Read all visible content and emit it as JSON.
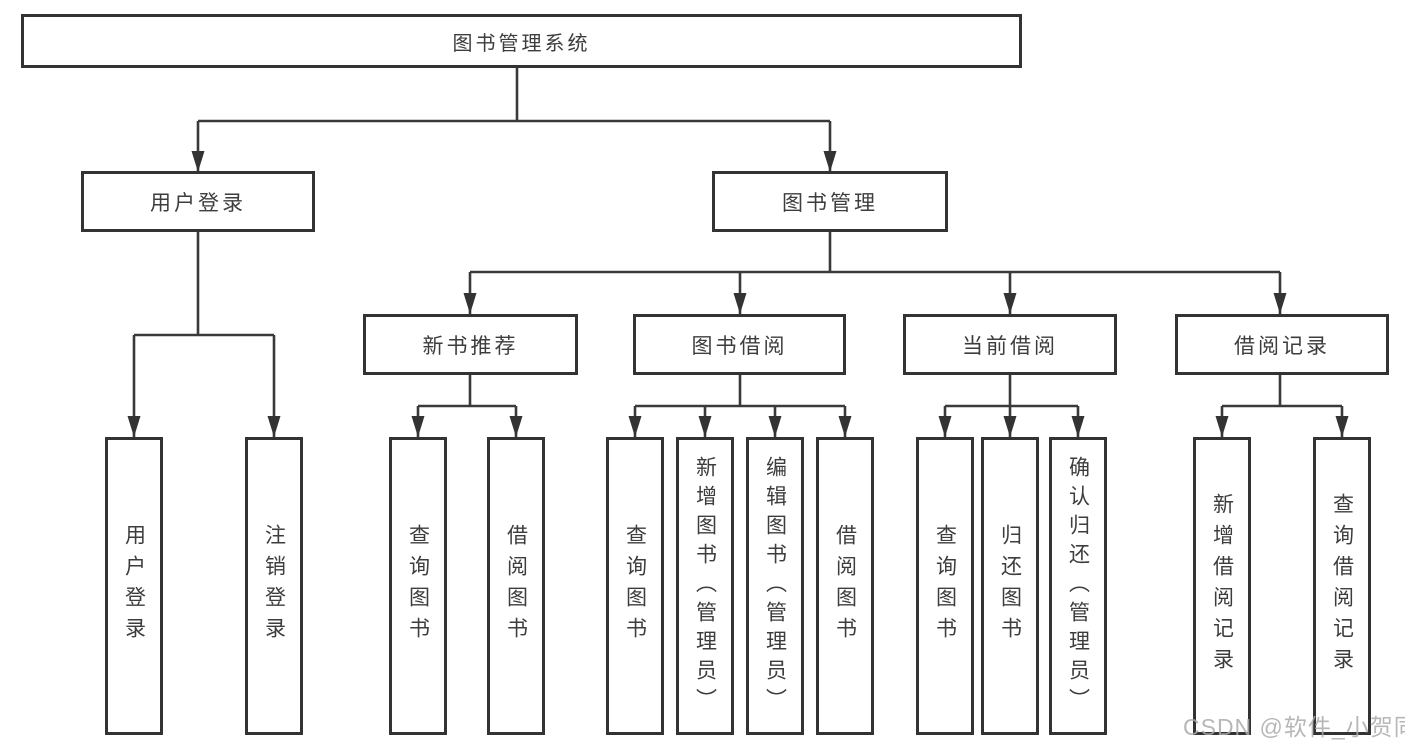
{
  "colors": {
    "line": "#3a3a3a",
    "box_border": "#333333",
    "text": "#3d3d3d",
    "watermark": "#aaaaaa",
    "background": "#ffffff"
  },
  "watermark": {
    "text": "CSDN @软件_小贺同学"
  },
  "tree": {
    "label": "图书管理系统",
    "children": [
      {
        "label": "用户登录",
        "children": [
          {
            "label": "用户登录"
          },
          {
            "label": "注销登录"
          }
        ]
      },
      {
        "label": "图书管理",
        "children": [
          {
            "label": "新书推荐",
            "children": [
              {
                "label": "查询图书"
              },
              {
                "label": "借阅图书"
              }
            ]
          },
          {
            "label": "图书借阅",
            "children": [
              {
                "label": "查询图书"
              },
              {
                "label": "新增图书（管理员）"
              },
              {
                "label": "编辑图书（管理员）"
              },
              {
                "label": "借阅图书"
              }
            ]
          },
          {
            "label": "当前借阅",
            "children": [
              {
                "label": "查询图书"
              },
              {
                "label": "归还图书"
              },
              {
                "label": "确认归还（管理员）"
              }
            ]
          },
          {
            "label": "借阅记录",
            "children": [
              {
                "label": "新增借阅记录"
              },
              {
                "label": "查询借阅记录"
              }
            ]
          }
        ]
      }
    ]
  }
}
